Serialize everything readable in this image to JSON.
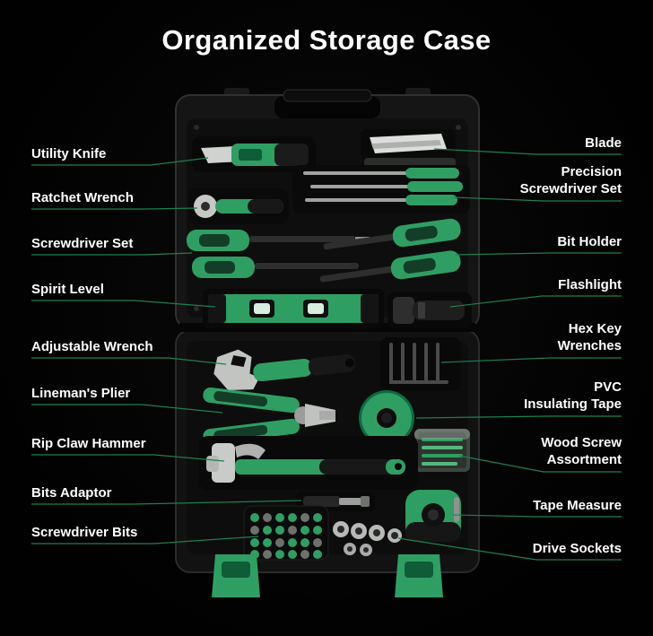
{
  "title": "Organized Storage Case",
  "colors": {
    "background": "#000000",
    "accent": "#2f9e63",
    "accent_dark": "#0f5c38",
    "line": "#1e7f4f",
    "text": "#ffffff"
  },
  "labels_left": [
    {
      "id": "utility-knife",
      "text": "Utility Knife"
    },
    {
      "id": "ratchet-wrench",
      "text": "Ratchet Wrench"
    },
    {
      "id": "screwdriver-set",
      "text": "Screwdriver Set"
    },
    {
      "id": "spirit-level",
      "text": "Spirit Level"
    },
    {
      "id": "adjustable-wrench",
      "text": "Adjustable Wrench"
    },
    {
      "id": "lineman-plier",
      "text": "Lineman's Plier"
    },
    {
      "id": "rip-claw-hammer",
      "text": "Rip Claw Hammer"
    },
    {
      "id": "bits-adaptor",
      "text": "Bits Adaptor"
    },
    {
      "id": "screwdriver-bits",
      "text": "Screwdriver Bits"
    }
  ],
  "labels_right": [
    {
      "id": "blade",
      "text": "Blade"
    },
    {
      "id": "precision-screwdrivers",
      "text": "Precision\nScrewdriver Set"
    },
    {
      "id": "bit-holder",
      "text": "Bit Holder"
    },
    {
      "id": "flashlight",
      "text": "Flashlight"
    },
    {
      "id": "hex-key-wrenches",
      "text": "Hex Key\nWrenches"
    },
    {
      "id": "pvc-insulating-tape",
      "text": "PVC\nInsulating Tape"
    },
    {
      "id": "wood-screw-assortment",
      "text": "Wood Screw\nAssortment"
    },
    {
      "id": "tape-measure",
      "text": "Tape Measure"
    },
    {
      "id": "drive-sockets",
      "text": "Drive Sockets"
    }
  ]
}
